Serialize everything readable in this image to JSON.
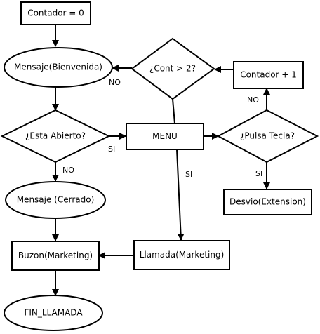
{
  "nodes": {
    "contador_init": "Contador = 0",
    "mensaje_bienvenida": "Mensaje(Bienvenida)",
    "cond_abierto": "¿Esta Abierto?",
    "menu": "MENU",
    "cond_pulsa": "¿Pulsa Tecla?",
    "contador_inc": "Contador + 1",
    "cond_cont": "¿Cont > 2?",
    "mensaje_cerrado": "Mensaje (Cerrado)",
    "buzon": "Buzon(Marketing)",
    "llamada": "Llamada(Marketing)",
    "desvio": "Desvio(Extension)",
    "fin": "FIN_LLAMADA"
  },
  "edge_labels": {
    "cont_no": "NO",
    "abierto_si": "SI",
    "abierto_no": "NO",
    "menu_si": "SI",
    "pulsa_no": "NO",
    "pulsa_si": "SI"
  }
}
